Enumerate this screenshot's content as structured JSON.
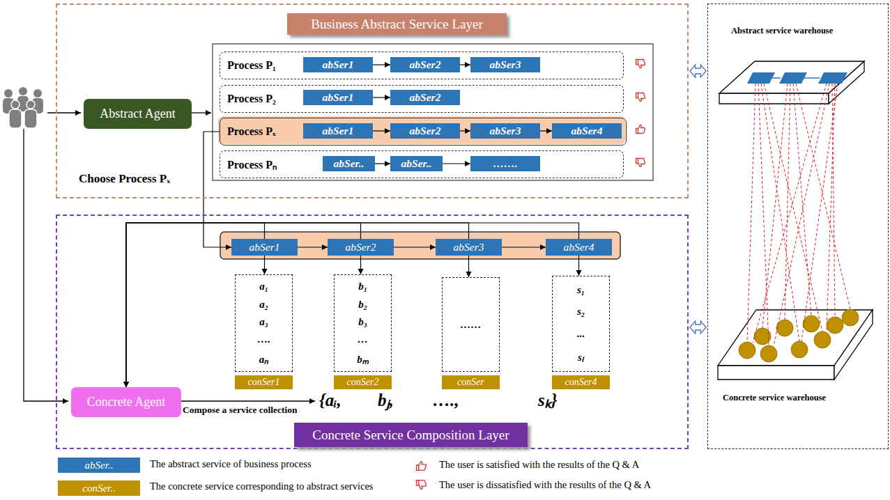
{
  "diagram": {
    "nodes": [
      {
        "text": [
          "Business Abstract Service Layer"
        ]
      },
      {
        "text": [
          "Abstract Agent"
        ],
        "in": 0
      },
      {
        "text": [
          "Process P₁"
        ],
        "in": 0
      },
      {
        "text": [
          "abSer1"
        ],
        "in": 2
      },
      {
        "text": [
          "abSer2"
        ],
        "in": 2
      },
      {
        "text": [
          "abSer3"
        ],
        "in": 2
      },
      {
        "text": [
          "Process P₂"
        ],
        "in": 0
      },
      {
        "text": [
          "abSer1"
        ],
        "in": 6
      },
      {
        "text": [
          "abSer2"
        ],
        "in": 6
      },
      {
        "text": [
          "Process Pₓ"
        ],
        "in": 0
      },
      {
        "text": [
          "abSer1"
        ],
        "in": 9
      },
      {
        "text": [
          "abSer2"
        ],
        "in": 9
      },
      {
        "text": [
          "abSer3"
        ],
        "in": 9
      },
      {
        "text": [
          "abSer4"
        ],
        "in": 9
      },
      {
        "text": [
          "Process Pₙ"
        ],
        "in": 0
      },
      {
        "text": [
          "abSer.."
        ],
        "in": 14
      },
      {
        "text": [
          "abSer.."
        ],
        "in": 14
      },
      {
        "text": [
          "……."
        ],
        "in": 14
      },
      {
        "text": [
          "Concrete Service Composition Layer"
        ]
      },
      {
        "text": [
          "abSer1"
        ],
        "in": 18
      },
      {
        "text": [
          "abSer2"
        ],
        "in": 18
      },
      {
        "text": [
          "abSer3"
        ],
        "in": 18
      },
      {
        "text": [
          "abSer4"
        ],
        "in": 18
      },
      {
        "text": [
          "a₁",
          "a₂",
          "a₃",
          "….",
          "aₙ"
        ],
        "in": 18
      },
      {
        "text": [
          "conSer1"
        ],
        "in": 18
      },
      {
        "text": [
          "b₁",
          "b₂",
          "b₃",
          "…",
          "bₘ"
        ],
        "in": 18
      },
      {
        "text": [
          "conSer2"
        ],
        "in": 18
      },
      {
        "text": [
          "……"
        ],
        "in": 18
      },
      {
        "text": [
          "conSer"
        ],
        "in": 18
      },
      {
        "text": [
          "s₁",
          "s₂",
          "...",
          "sₗ"
        ],
        "in": 18
      },
      {
        "text": [
          "conSer4"
        ],
        "in": 18
      },
      {
        "text": [
          "Concrete Agent"
        ],
        "in": 18
      },
      {
        "text": [
          "Abstract service warehouse",
          "Concrete service warehouse"
        ]
      }
    ],
    "edges": [
      {
        "from": 3,
        "to": 4,
        "arrow": "to"
      },
      {
        "from": 4,
        "to": 5,
        "arrow": "to"
      },
      {
        "from": 7,
        "to": 8,
        "arrow": "to"
      },
      {
        "from": 10,
        "to": 11,
        "arrow": "to"
      },
      {
        "from": 11,
        "to": 12,
        "arrow": "to"
      },
      {
        "from": 12,
        "to": 13,
        "arrow": "to"
      },
      {
        "from": 15,
        "to": 16,
        "arrow": "to"
      },
      {
        "from": 16,
        "to": 17,
        "arrow": "to"
      },
      {
        "from": 9,
        "to": 19,
        "arrow": "to"
      },
      {
        "from": 19,
        "to": 20,
        "arrow": "to"
      },
      {
        "from": 20,
        "to": 21,
        "arrow": "to"
      },
      {
        "from": 21,
        "to": 22,
        "arrow": "to"
      },
      {
        "from": 19,
        "to": 23,
        "arrow": "to"
      },
      {
        "from": 20,
        "to": 25,
        "arrow": "to"
      },
      {
        "from": 21,
        "to": 27,
        "arrow": "to"
      },
      {
        "from": 22,
        "to": 29,
        "arrow": "to"
      },
      {
        "from": 19,
        "to": 31,
        "arrow": "to"
      },
      {
        "from": 20,
        "to": 31,
        "arrow": "to"
      },
      {
        "from": 21,
        "to": 31,
        "arrow": "to"
      },
      {
        "from": 22,
        "to": 31,
        "arrow": "to"
      },
      {
        "from": 0,
        "to": 32,
        "arrow": "both"
      },
      {
        "from": 18,
        "to": 32,
        "arrow": "both"
      }
    ],
    "labels": [
      "Choose Process Pₓ",
      "Compose a service collection",
      "{aᵢ,",
      "bⱼ,",
      "….,",
      "sₖ}",
      "abSer..",
      "conSer.."
    ],
    "legend": [
      {
        "text": "The abstract service of business process",
        "color": "#2e75b6"
      },
      {
        "text": "The concrete service corresponding to abstract services",
        "color": "#bf9000"
      },
      {
        "text": "The user is satisfied with the results of the Q & A"
      },
      {
        "text": "The user is dissatisfied with the results of the Q & A"
      }
    ]
  }
}
